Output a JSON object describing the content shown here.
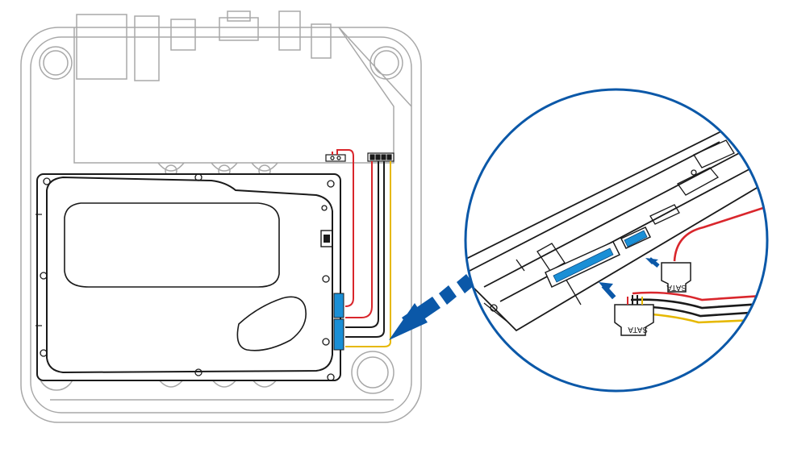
{
  "diagram": {
    "connector_labels": [
      "SATA",
      "SATA"
    ],
    "colors": {
      "outline_light": "#a8a8a8",
      "outline_dark": "#1a1a1a",
      "cable_red": "#d9262c",
      "cable_yellow": "#e6b800",
      "cable_black": "#1a1a1a",
      "connector_blue": "#1a8fd6",
      "callout_blue": "#0b58a8",
      "circle_border": "#0b58a8"
    },
    "icons": [
      "enclosure-outline",
      "hard-drive",
      "power-cable",
      "sata-cable",
      "callout-arrow",
      "magnified-detail-circle"
    ]
  }
}
